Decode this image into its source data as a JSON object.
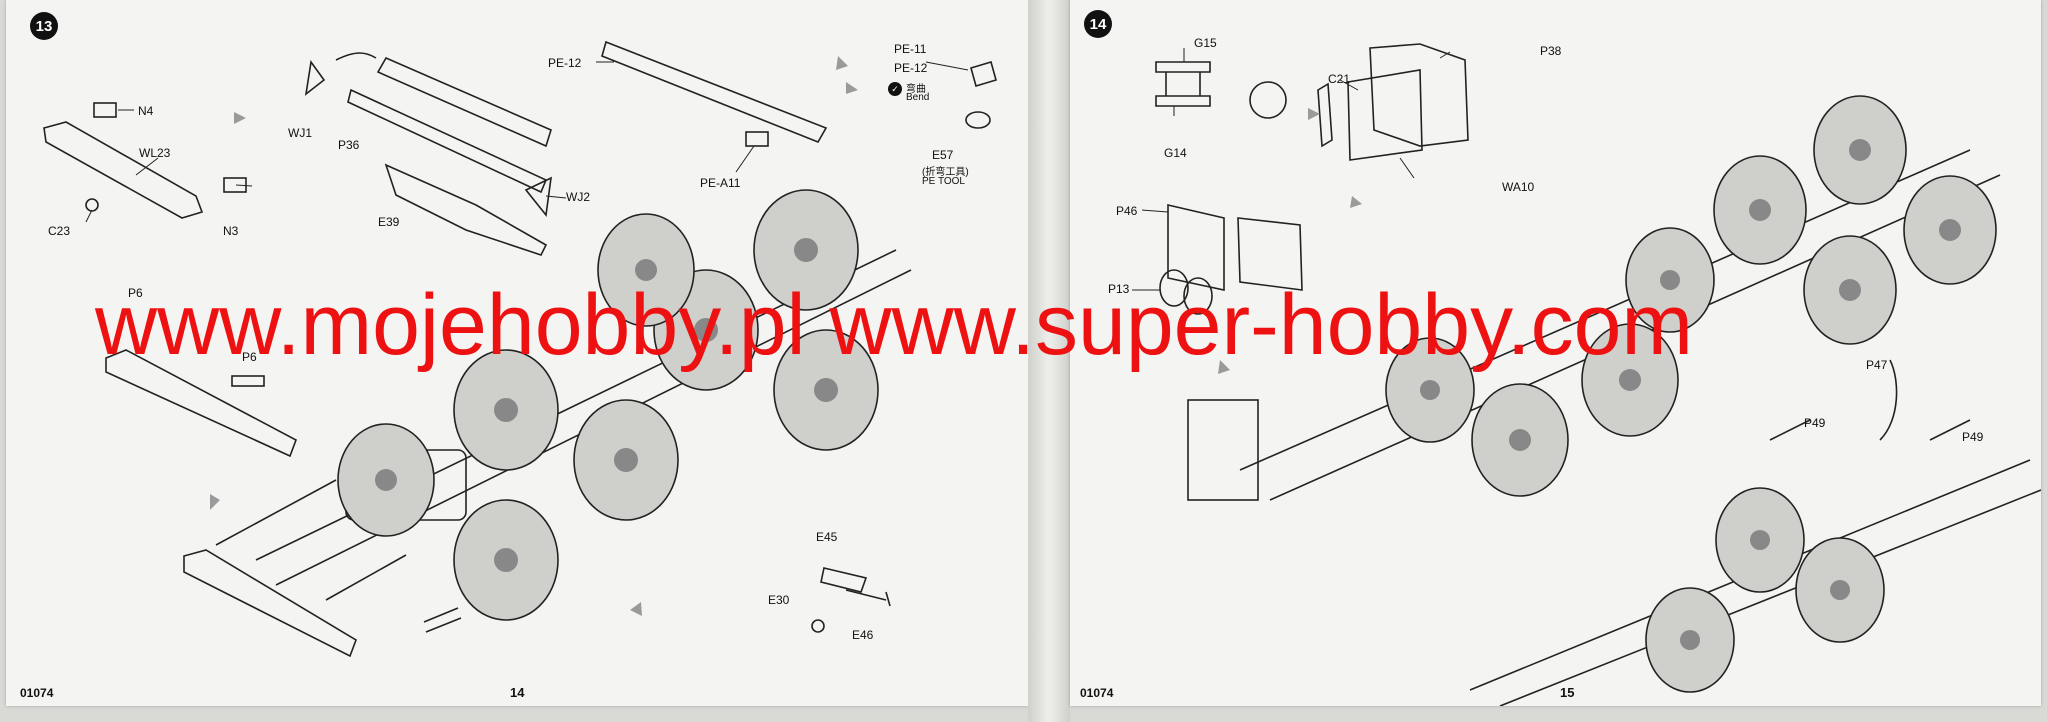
{
  "left_page": {
    "step": "13",
    "labels": {
      "n4": "N4",
      "wl23": "WL23",
      "c23": "C23",
      "n3": "N3",
      "wj1": "WJ1",
      "p36": "P36",
      "e39": "E39",
      "wj2": "WJ2",
      "pe12_a": "PE-12",
      "pea11": "PE-A11",
      "pe11": "PE-11",
      "pe12_b": "PE-12",
      "bend_cn": "弯曲",
      "bend": "Bend",
      "e57": "E57",
      "pe_tool_cn": "(折弯工具)",
      "pe_tool": "PE TOOL",
      "p6_a": "P6",
      "p6_b": "P6",
      "e45": "E45",
      "e30": "E30",
      "e46": "E46"
    },
    "catalog_number": "01074",
    "page_number": "14"
  },
  "right_page": {
    "step": "14",
    "labels": {
      "g15": "G15",
      "g14": "G14",
      "c21": "C21",
      "p38": "P38",
      "wa10": "WA10",
      "p46": "P46",
      "p13": "P13",
      "p47": "P47",
      "p49_a": "P49",
      "p49_b": "P49"
    },
    "catalog_number": "01074",
    "page_number": "15"
  },
  "watermark": "www.mojehobby.pl www.super-hobby.com",
  "colors": {
    "watermark": "#ee1111",
    "paper": "#f4f4f2",
    "ink": "#222222",
    "arrow": "#9a9a9a"
  }
}
